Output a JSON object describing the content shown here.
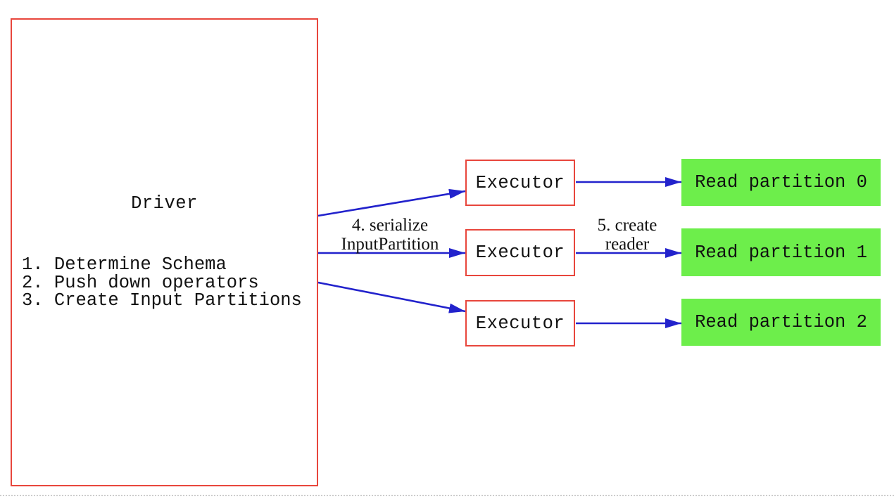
{
  "diagram": {
    "driver": {
      "title": "Driver",
      "steps": [
        "1. Determine Schema",
        "2. Push down operators",
        "3. Create Input Partitions"
      ]
    },
    "executors": [
      "Executor",
      "Executor",
      "Executor"
    ],
    "read_partitions": [
      "Read partition 0",
      "Read partition 1",
      "Read partition 2"
    ],
    "edge_labels": {
      "serialize_line1": "4. serialize",
      "serialize_line2": "InputPartition",
      "reader_line1": "5. create",
      "reader_line2": "reader"
    },
    "colors": {
      "box_border_red": "#e8463c",
      "arrow_blue": "#2222cc",
      "partition_green": "#6dee4b",
      "text": "#111111",
      "bottom_rule_gray": "#cccccc"
    }
  }
}
